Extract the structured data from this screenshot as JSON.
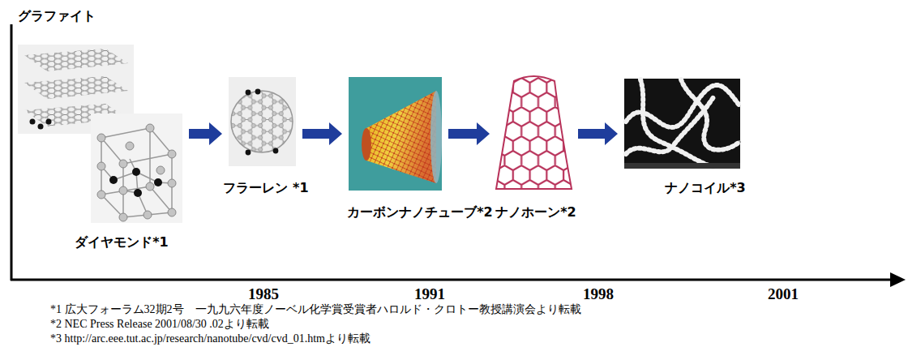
{
  "diagram": {
    "nodes": [
      {
        "text": [
          "グラファイト"
        ]
      },
      {
        "text": [
          "ダイヤモンド*1"
        ]
      },
      {
        "text": [
          "フラーレン *1"
        ]
      },
      {
        "text": [
          "カーボンナノチューブ*2"
        ]
      },
      {
        "text": [
          "ナノホーン*2"
        ]
      },
      {
        "text": [
          "ナノコイル*3"
        ]
      }
    ],
    "edges": [
      {
        "from": 1,
        "to": 2,
        "arrow": "to"
      },
      {
        "from": 2,
        "to": 3,
        "arrow": "to"
      },
      {
        "from": 3,
        "to": 4,
        "arrow": "to"
      },
      {
        "from": 4,
        "to": 5,
        "arrow": "to"
      }
    ],
    "labels": [
      "1985",
      "1991",
      "1998",
      "2001",
      "*1  広大フォーラム32期2号　一九九六年度ノーベル化学賞受賞者ハロルド・クロトー教授講演会より転載",
      "*2  NEC Press Release 2001/08/30 .02より転載",
      "*3  http://arc.eee.tut.ac.jp/research/nanotube/cvd/cvd_01.htmより転載"
    ]
  }
}
